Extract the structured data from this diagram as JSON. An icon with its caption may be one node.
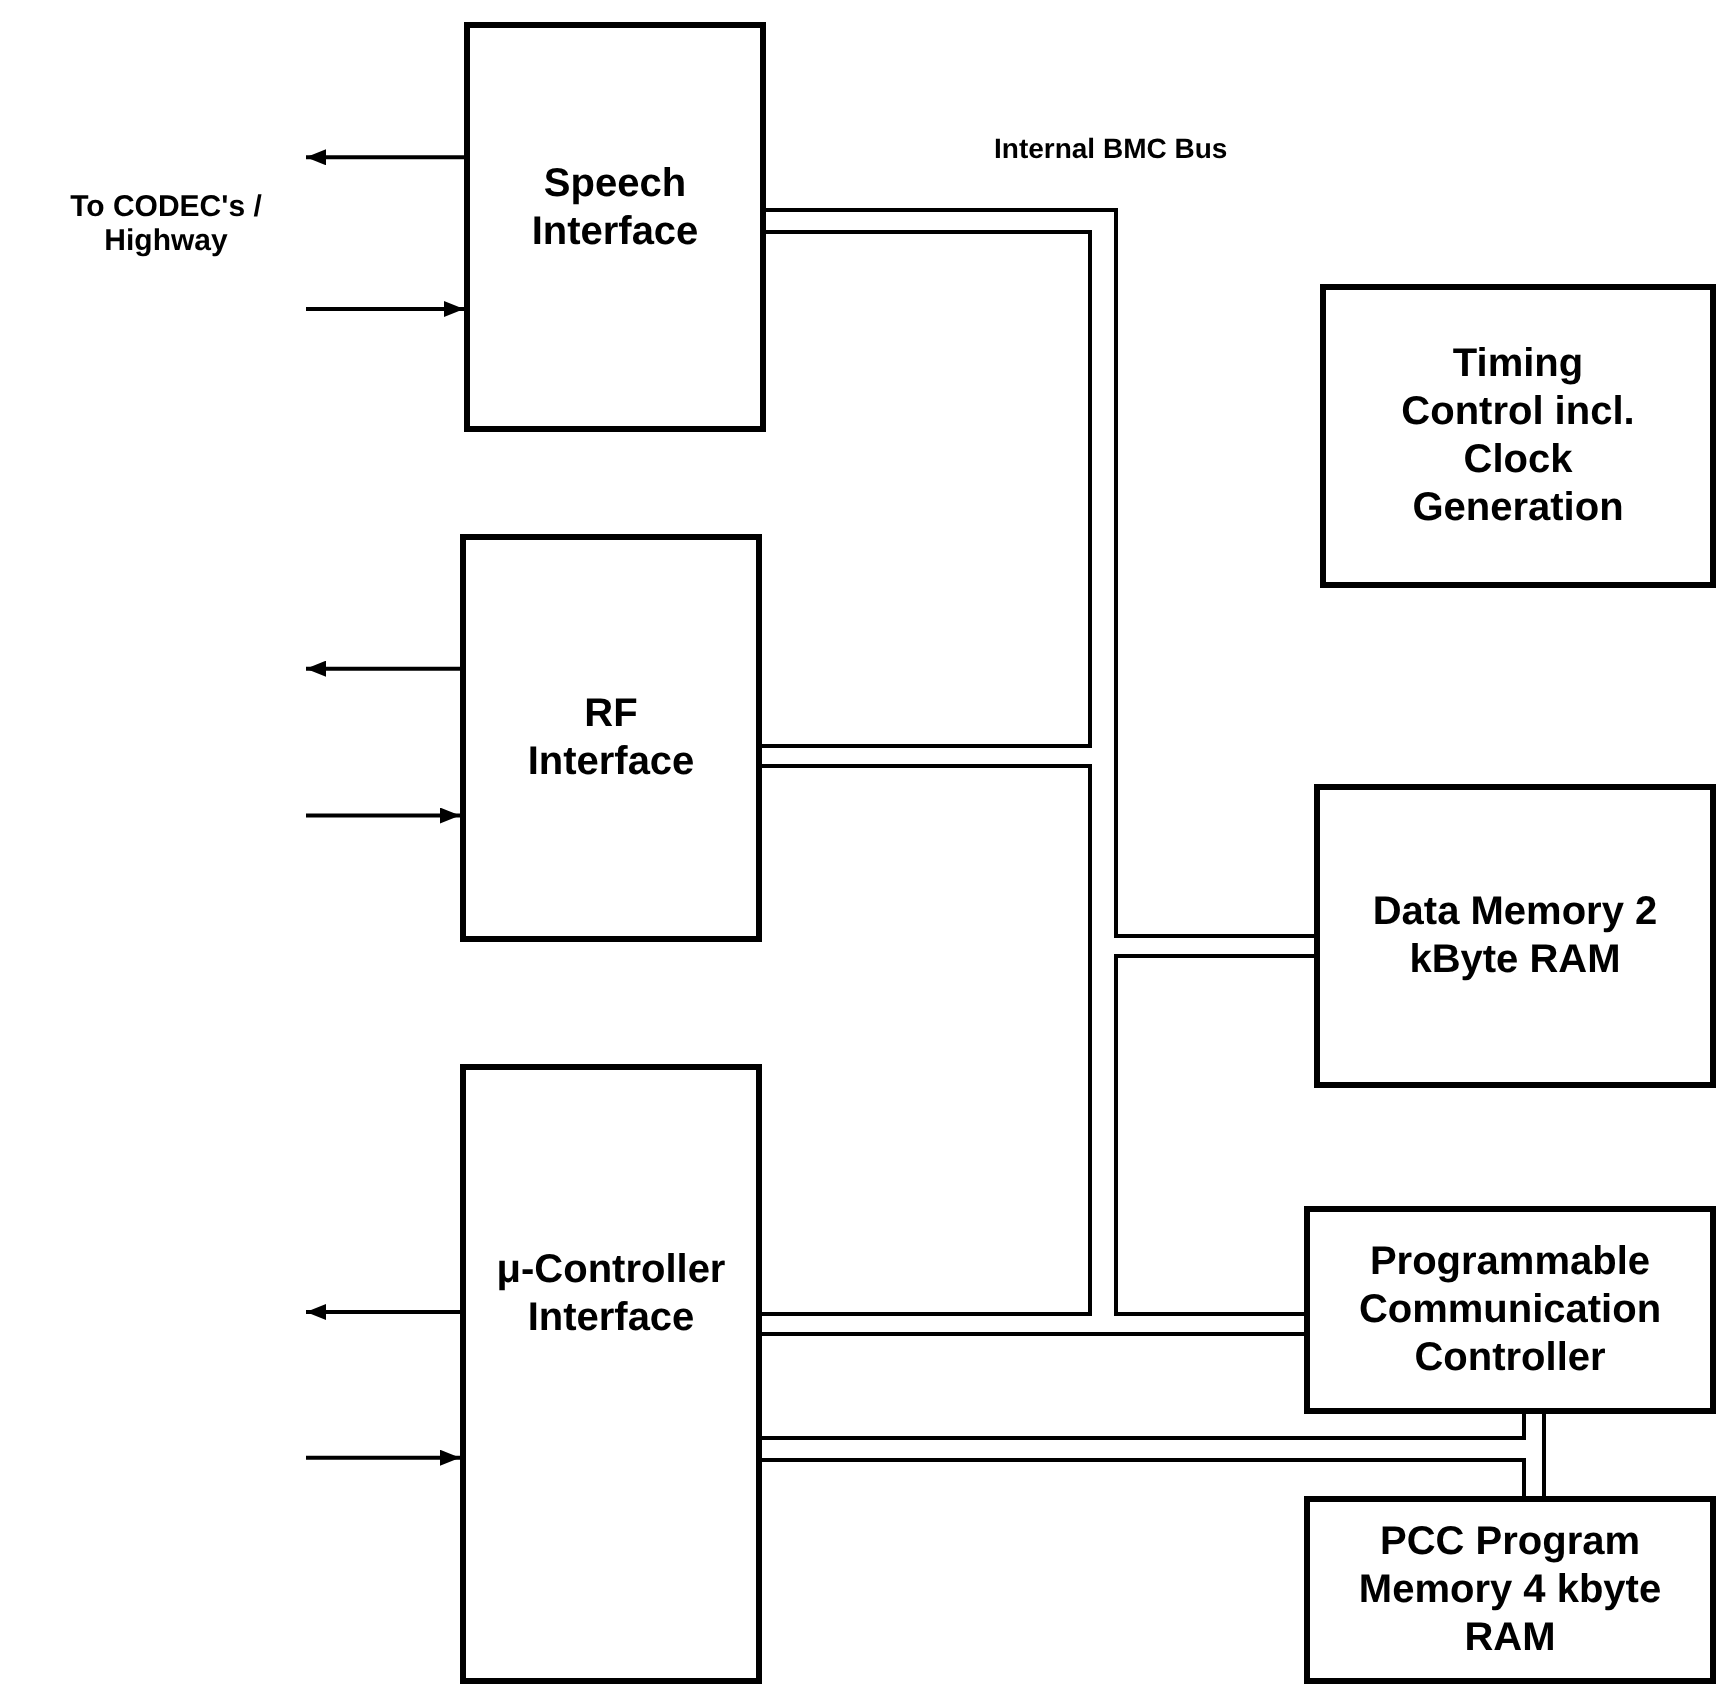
{
  "diagram": {
    "nodes": [
      {
        "text": [
          "Speech Interface"
        ]
      },
      {
        "text": [
          "Timing Control incl. Clock Generation"
        ]
      },
      {
        "text": [
          "RF Interface"
        ]
      },
      {
        "text": [
          "Data Memory 2 kByte RAM"
        ]
      },
      {
        "text": [
          "μ-Controller Interface"
        ]
      },
      {
        "text": [
          "Programmable Communication Controller"
        ]
      },
      {
        "text": [
          "PCC Program Memory 4 kbyte RAM"
        ]
      }
    ],
    "edges": [
      {
        "from": 0,
        "to": null,
        "arrow": "to"
      },
      {
        "from": null,
        "to": 0,
        "arrow": "to"
      },
      {
        "from": 2,
        "to": null,
        "arrow": "to"
      },
      {
        "from": null,
        "to": 2,
        "arrow": "to"
      },
      {
        "from": 4,
        "to": null,
        "arrow": "to"
      },
      {
        "from": null,
        "to": 4,
        "arrow": "to"
      },
      {
        "from": 0,
        "to": 2,
        "arrow": "none"
      },
      {
        "from": 2,
        "to": 4,
        "arrow": "none"
      },
      {
        "from": 0,
        "to": 3,
        "arrow": "none"
      },
      {
        "from": 3,
        "to": 5,
        "arrow": "none"
      },
      {
        "from": 4,
        "to": 5,
        "arrow": "none"
      },
      {
        "from": 4,
        "to": 5,
        "arrow": "none"
      },
      {
        "from": 4,
        "to": 6,
        "arrow": "none"
      },
      {
        "from": 5,
        "to": 6,
        "arrow": "none"
      }
    ],
    "labels": [
      "Internal BMC Bus",
      "To CODEC's / Highway"
    ]
  }
}
